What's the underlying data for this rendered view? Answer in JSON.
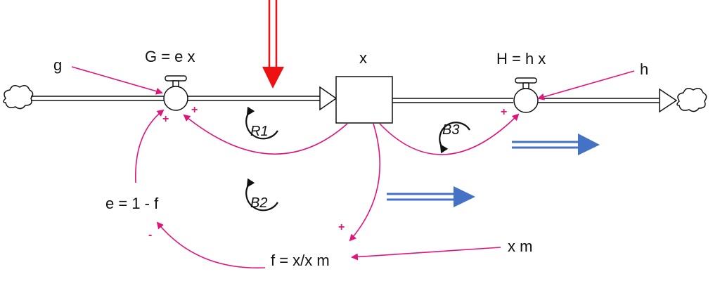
{
  "labels": {
    "g": "g",
    "G_flow": "G = e x",
    "stock": "x",
    "H_flow": "H = h x",
    "h": "h",
    "e": "e = 1 - f",
    "f": "f = x/x m",
    "xm": "x m"
  },
  "loops": {
    "R1": "R1",
    "B2": "B2",
    "B3": "B3"
  },
  "signs": {
    "x_to_G": "+",
    "e_to_G": "+",
    "x_to_H": "+",
    "x_to_f": "+",
    "f_to_e": "-"
  },
  "colors": {
    "link": "#e0157a",
    "red_arrow": "#ee1111",
    "blue_arrow": "#4472c4",
    "pipe": "#111111"
  }
}
